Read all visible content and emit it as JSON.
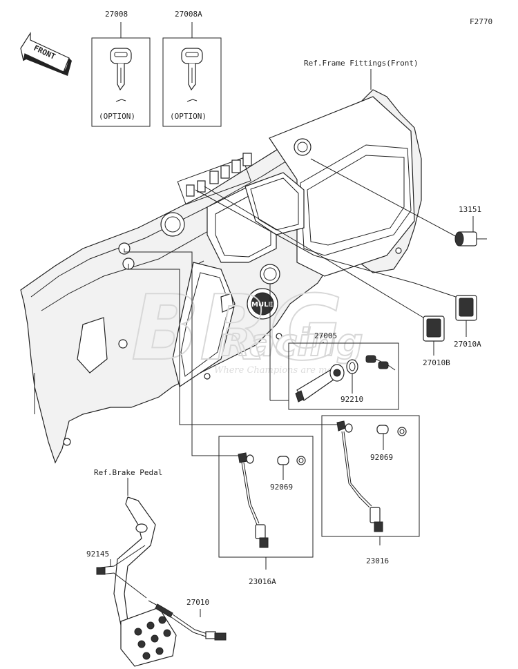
{
  "figure_code": "F2770",
  "front_arrow_label": "FRONT",
  "labels": {
    "key_a": "27008",
    "key_b": "27008A",
    "option_a": "(OPTION)",
    "option_b": "(OPTION)",
    "ref_frame": "Ref.Frame Fittings(Front)",
    "socket": "13151",
    "switch_a": "27010A",
    "switch_b": "27010B",
    "ignition_set": "27005",
    "ring": "92210",
    "bulb_right": "92069",
    "bulb_left": "92069",
    "harness_right": "23016",
    "harness_left": "23016A",
    "ref_brake": "Ref.Brake Pedal",
    "spring": "92145",
    "brake_switch": "27010"
  },
  "watermark": {
    "line1": "BRG",
    "line2": "Racing",
    "tagline": "Where Champions are made"
  },
  "dash_text": {
    "mule": "MULE"
  }
}
